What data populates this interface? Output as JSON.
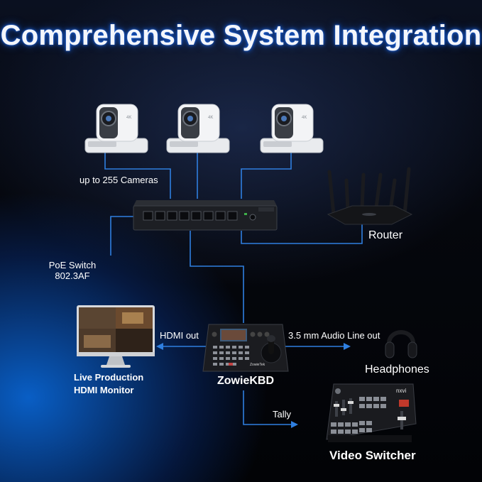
{
  "title": "Comprehensive System Integration",
  "labels": {
    "cameras": "up to 255 Cameras",
    "router": "Router",
    "poe_switch_line1": "PoE Switch",
    "poe_switch_line2": "802.3AF",
    "hdmi_out": "HDMI out",
    "audio_line_out": "3.5 mm Audio Line out",
    "monitor_line1": "Live Production",
    "monitor_line2": "HDMI Monitor",
    "controller": "ZowieKBD",
    "headphones": "Headphones",
    "tally": "Tally",
    "video_switcher": "Video Switcher"
  },
  "device_marks": {
    "camera_badge": "4K",
    "switcher_brand": "nxvi",
    "keyboard_brand": "ZowieTek"
  },
  "colors": {
    "line": "#2f7fe0",
    "title_glow": "#1b5fd6"
  }
}
